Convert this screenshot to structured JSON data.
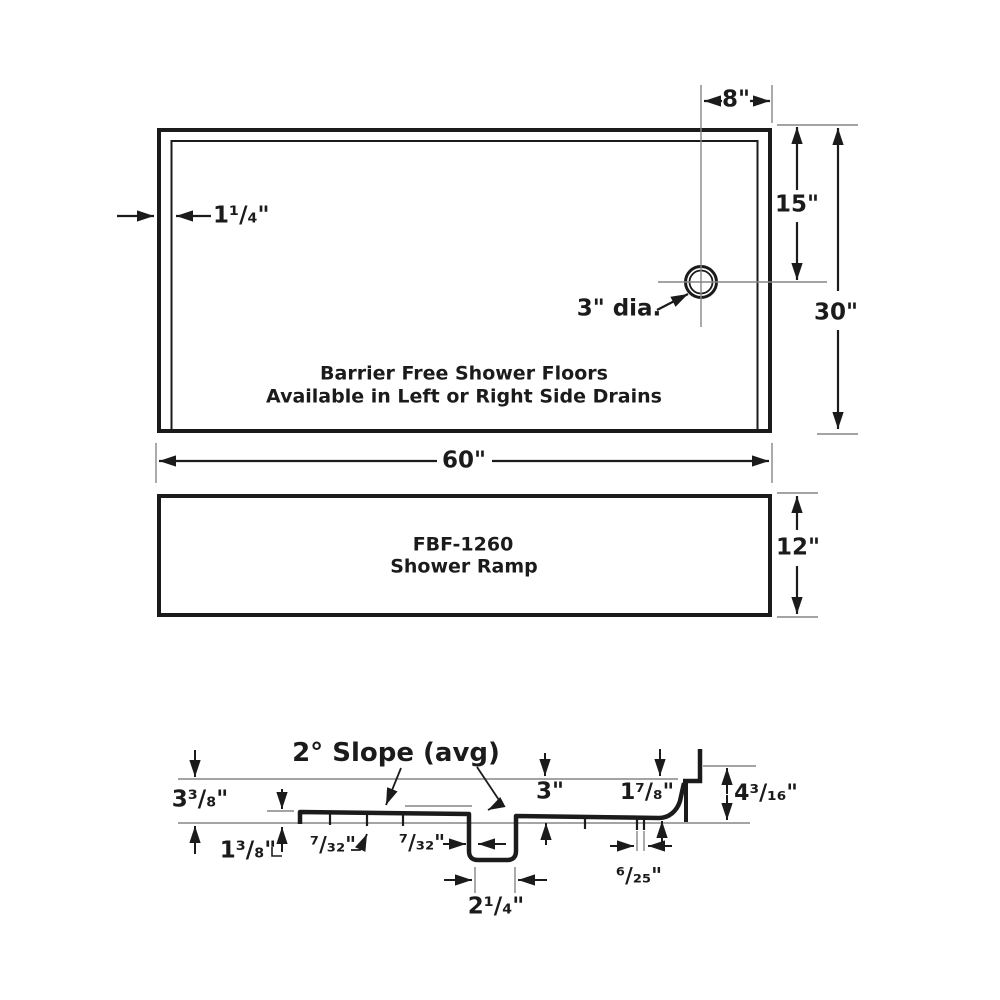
{
  "plan_view": {
    "title_line1": "Barrier Free Shower Floors",
    "title_line2": "Available in Left or Right Side Drains",
    "dims": {
      "wall_thickness": "1¹/₄\"",
      "drain_to_right_edge": "8\"",
      "drain_to_top_edge": "15\"",
      "depth": "30\"",
      "width": "60\"",
      "drain_diameter": "3\" dia."
    }
  },
  "ramp_view": {
    "model": "FBF-1260",
    "product": "Shower Ramp",
    "dims": {
      "depth": "12\""
    }
  },
  "section_view": {
    "slope_note": "2° Slope (avg)",
    "dims": {
      "left_rim_height": "3³/₈\"",
      "ramp_edge_height": "1³/₈\"",
      "tread_groove_depth": "⁷/₃₂\"",
      "drain_lip_width": "⁷/₃₂\"",
      "floor_height_right": "3\"",
      "right_edge_height": "1⁷/₈\"",
      "flange_height": "4³/₁₆\"",
      "groove_spacing": "⁶/₂₅\"",
      "drain_channel_width": "2¹/₄\""
    }
  },
  "colors": {
    "ink": "#1b1b1b",
    "thin_line": "#868686",
    "background": "#ffffff"
  }
}
